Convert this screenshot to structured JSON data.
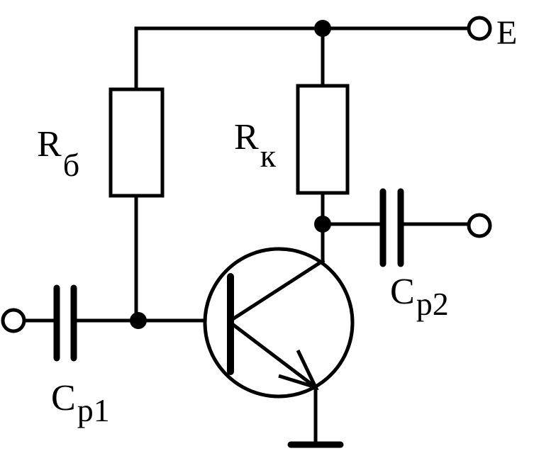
{
  "labels": {
    "supply": "E",
    "rb_main": "R",
    "rb_sub": "б",
    "rk_main": "R",
    "rk_sub": "к",
    "cp1_main": "С",
    "cp1_sub": "р1",
    "cp2_main": "С",
    "cp2_sub": "р2"
  },
  "colors": {
    "line": "#000000",
    "background": "#ffffff",
    "component_fill": "#ffffff"
  }
}
